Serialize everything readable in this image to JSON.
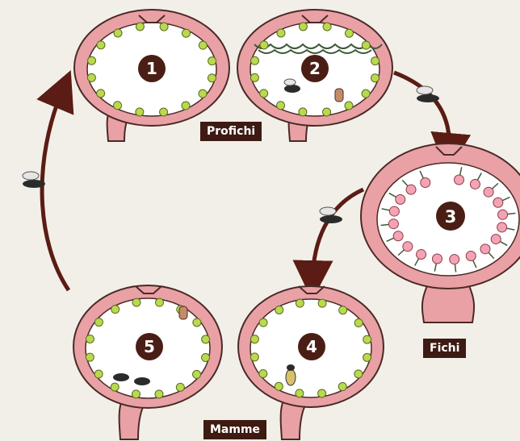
{
  "figure": {
    "colors": {
      "background": "#f2efe8",
      "wall": "#e9a1a6",
      "wall_outline": "#4a2a25",
      "flower_green": "#b9d94e",
      "flower_pink": "#f4a3b5",
      "arrow": "#5a1c14",
      "number_circle": "#4a1e14",
      "label_bg": "#3d1a12",
      "label_text": "#ffffff"
    },
    "stages": [
      {
        "number": "1",
        "flowers": "green"
      },
      {
        "number": "2",
        "flowers": "green"
      },
      {
        "number": "3",
        "flowers": "pink"
      },
      {
        "number": "4",
        "flowers": "green"
      },
      {
        "number": "5",
        "flowers": "green"
      }
    ],
    "labels": {
      "profichi": "Profichi",
      "fichi": "Fichi",
      "mamme": "Mamme"
    }
  }
}
